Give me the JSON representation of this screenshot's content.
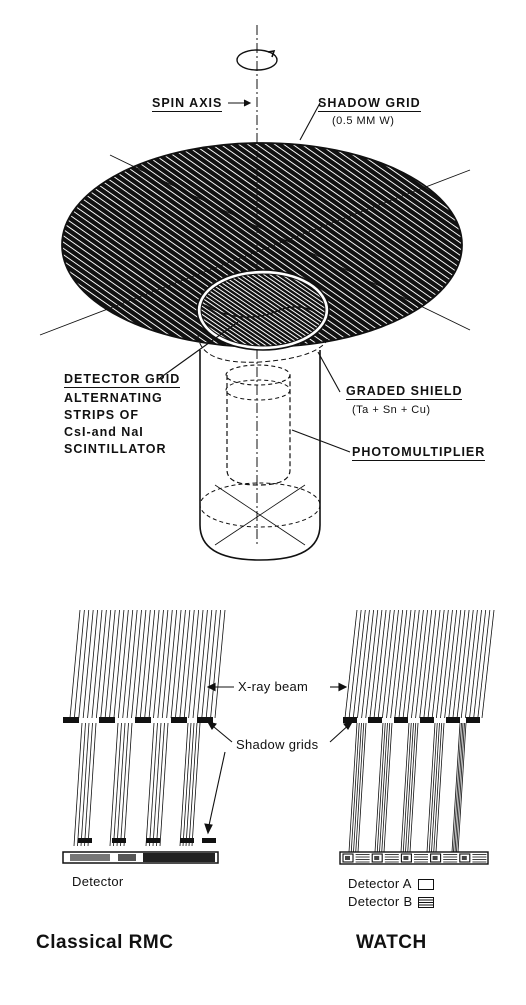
{
  "top_figure": {
    "spin_axis": "SPIN AXIS",
    "shadow_grid": "SHADOW GRID",
    "shadow_grid_spec": "(0.5 MM W)",
    "detector_grid": "DETECTOR GRID",
    "detector_grid_desc": [
      "ALTERNATING",
      "STRIPS OF",
      "CsI-and NaI",
      "SCINTILLATOR"
    ],
    "graded_shield": "GRADED SHIELD",
    "graded_shield_spec": "(Ta + Sn + Cu)",
    "photomultiplier": "PHOTOMULTIPLIER"
  },
  "bottom_figure": {
    "xray_beam": "X-ray beam",
    "shadow_grids": "Shadow grids",
    "left_detector": "Detector",
    "detector_a": "Detector A",
    "detector_b": "Detector B",
    "left_title": "Classical RMC",
    "right_title": "WATCH"
  }
}
